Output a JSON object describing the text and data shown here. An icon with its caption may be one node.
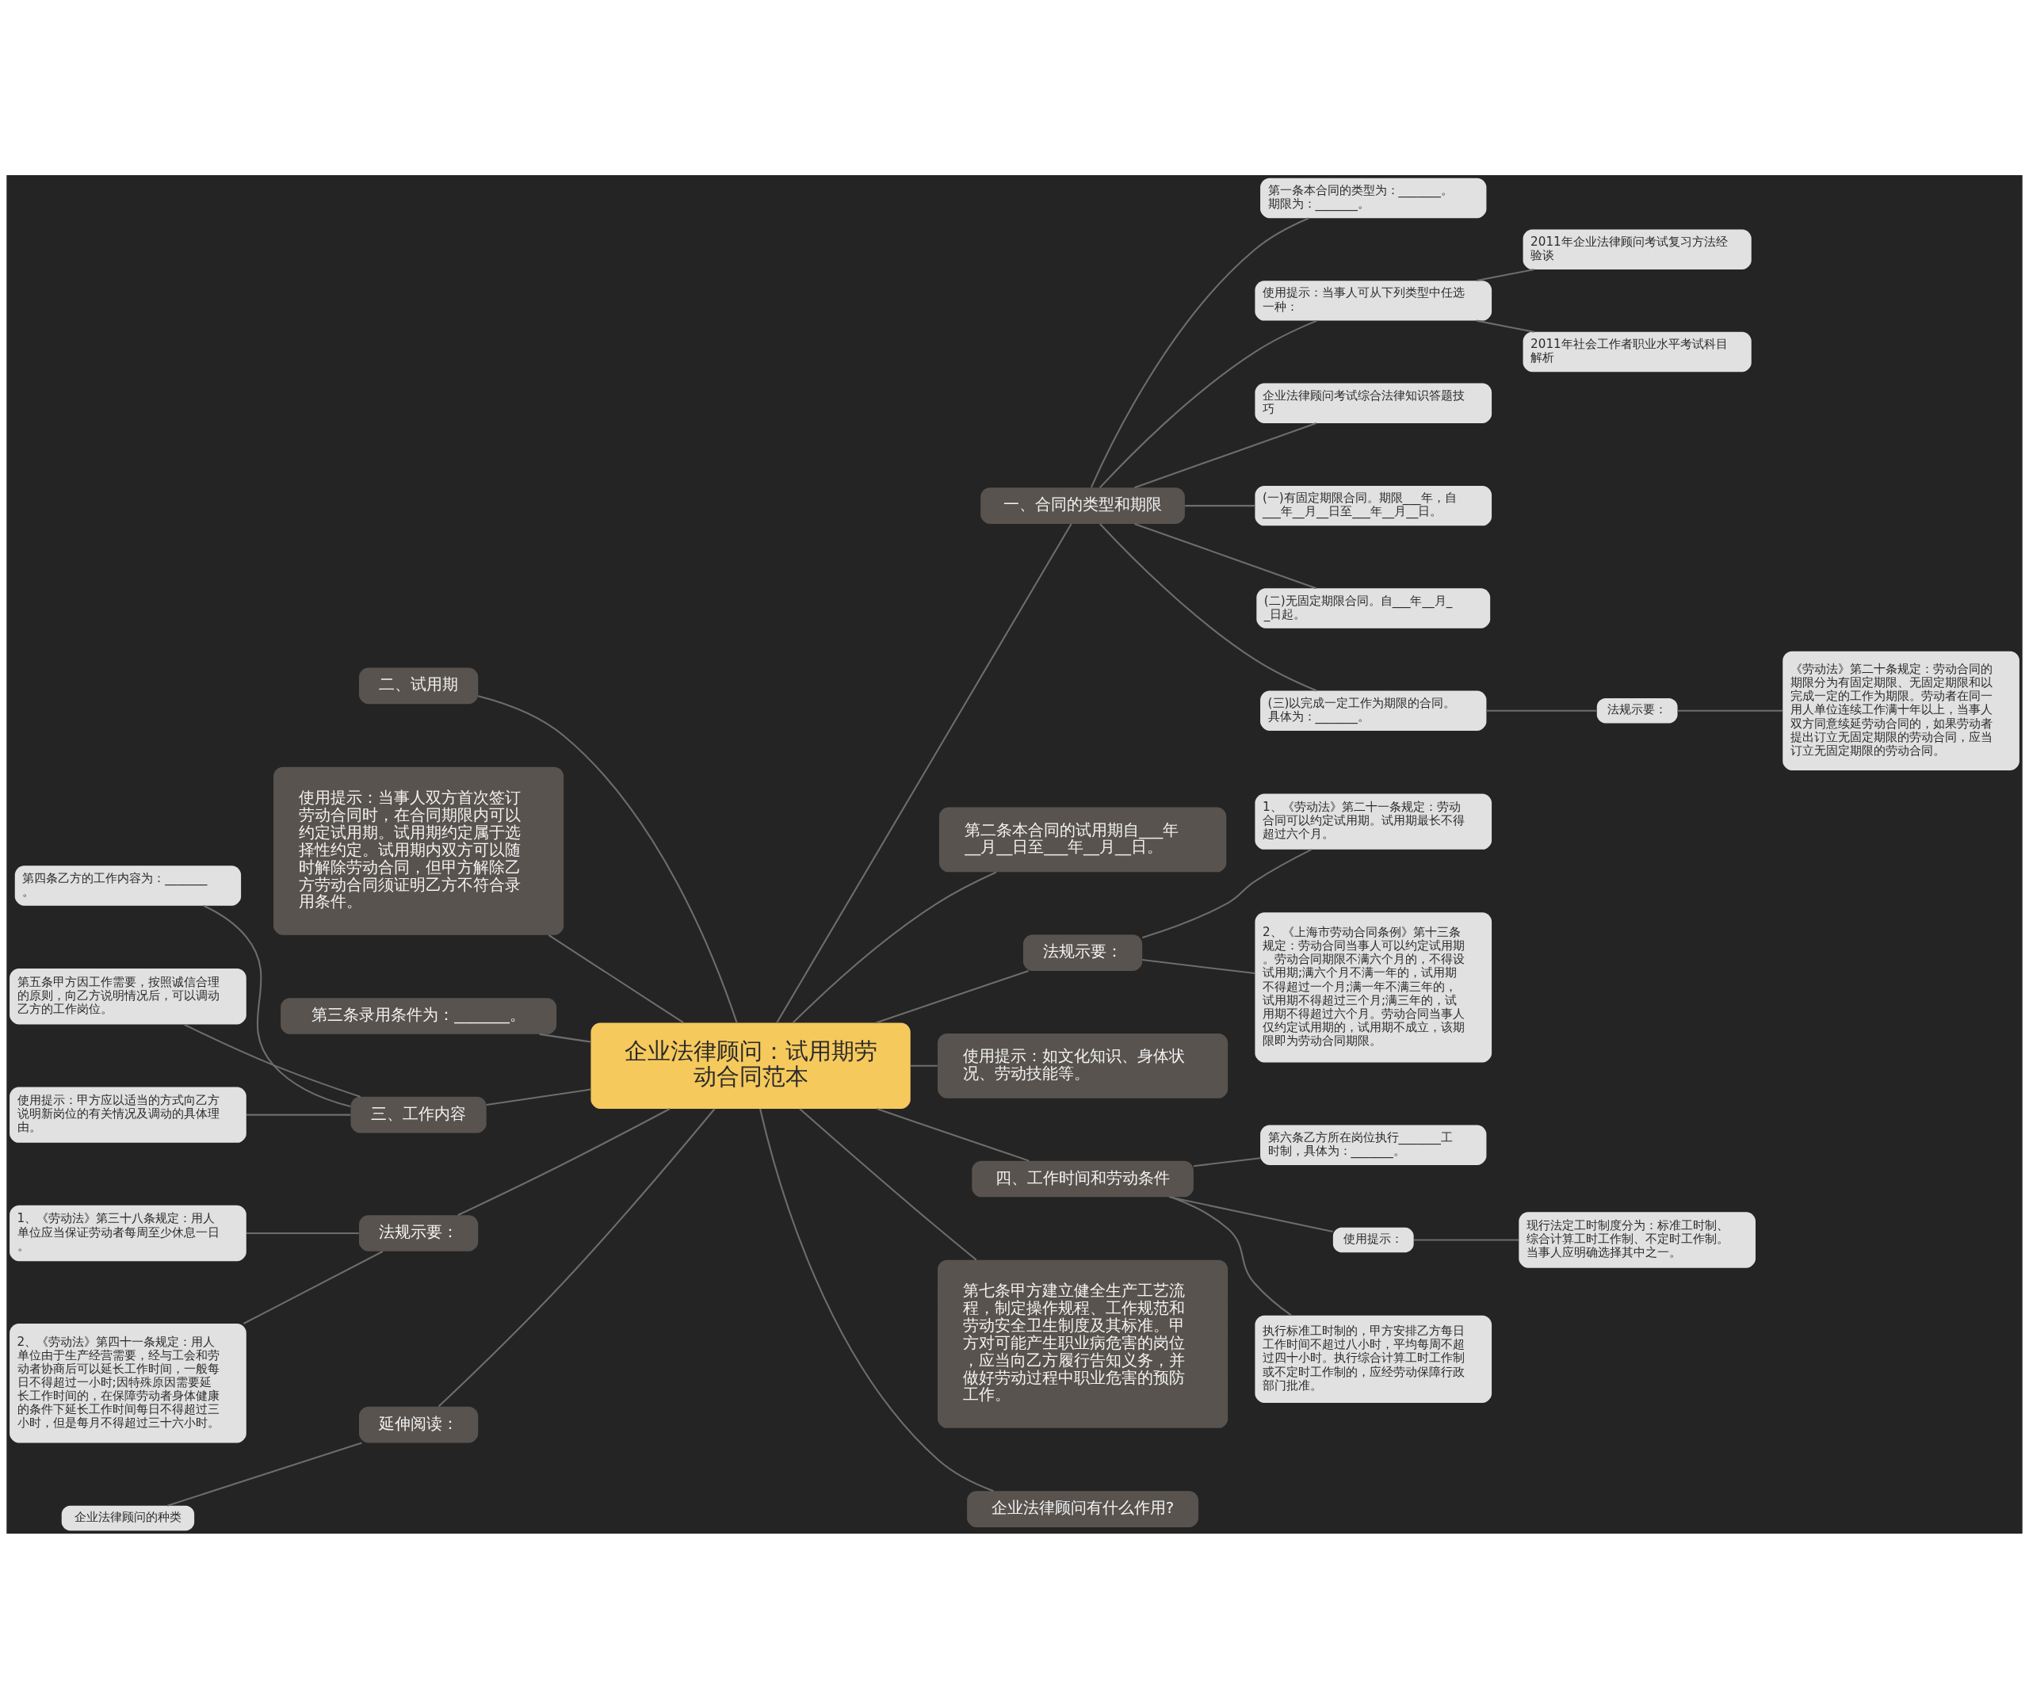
{
  "diagram": {
    "nodes": [
      {
        "text": [
          "企业法律顾问：试用期劳动合同范本"
        ]
      },
      {
        "text": [
          "一、合同的类型和期限"
        ]
      },
      {
        "text": [
          "第一条本合同的类型为：_______。期限为：_______。"
        ]
      },
      {
        "text": [
          "使用提示：当事人可从下列类型中任选一种："
        ]
      },
      {
        "text": [
          "2011年企业法律顾问考试复习方法经验谈"
        ]
      },
      {
        "text": [
          "2011年社会工作者职业水平考试科目解析"
        ]
      },
      {
        "text": [
          "企业法律顾问考试综合法律知识答题技巧"
        ]
      },
      {
        "text": [
          "(一)有固定期限合同。期限___年，自___年__月__日至___年__月__日。"
        ]
      },
      {
        "text": [
          "(二)无固定期限合同。自___年__月__日起。"
        ]
      },
      {
        "text": [
          "(三)以完成一定工作为期限的合同。具体为：_______。"
        ]
      },
      {
        "text": [
          "法规示要："
        ]
      },
      {
        "text": [
          "《劳动法》第二十条规定：劳动合同的期限分为有固定期限、无固定期限和以完成一定的工作为期限。劳动者在同一用人单位连续工作满十年以上，当事人双方同意续延劳动合同的，如果劳动者提出订立无固定期限的劳动合同，应当订立无固定期限的劳动合同。"
        ]
      },
      {
        "text": [
          "第二条本合同的试用期自___年__月__日至___年__月__日。"
        ]
      },
      {
        "text": [
          "法规示要："
        ]
      },
      {
        "text": [
          "1、《劳动法》第二十一条规定：劳动合同可以约定试用期。试用期最长不得超过六个月。"
        ]
      },
      {
        "text": [
          "2、《上海市劳动合同条例》第十三条规定：劳动合同当事人可以约定试用期。劳动合同期限不满六个月的，不得设试用期;满六个月不满一年的，试用期不得超过一个月;满一年不满三年的，试用期不得超过三个月;满三年的，试用期不得超过六个月。劳动合同当事人仅约定试用期的，试用期不成立，该期限即为劳动合同期限。"
        ]
      },
      {
        "text": [
          "使用提示：如文化知识、身体状况、劳动技能等。"
        ]
      },
      {
        "text": [
          "四、工作时间和劳动条件"
        ]
      },
      {
        "text": [
          "第六条乙方所在岗位执行_______工时制，具体为：_______。"
        ]
      },
      {
        "text": [
          "使用提示："
        ]
      },
      {
        "text": [
          "现行法定工时制度分为：标准工时制、综合计算工时工作制、不定时工作制。当事人应明确选择其中之一。"
        ]
      },
      {
        "text": [
          "执行标准工时制的，甲方安排乙方每日工作时间不超过八小时，平均每周不超过四十小时。执行综合计算工时工作制或不定时工作制的，应经劳动保障行政部门批准。"
        ]
      },
      {
        "text": [
          "第七条甲方建立健全生产工艺流程，制定操作规程、工作规范和劳动安全卫生制度及其标准。甲方对可能产生职业病危害的岗位，应当向乙方履行告知义务，并做好劳动过程中职业危害的预防工作。"
        ]
      },
      {
        "text": [
          "企业法律顾问有什么作用?"
        ]
      },
      {
        "text": [
          "二、试用期"
        ]
      },
      {
        "text": [
          "使用提示：当事人双方首次签订劳动合同时，在合同期限内可以约定试用期。试用期约定属于选择性约定。试用期内双方可以随时解除劳动合同，但甲方解除乙方劳动合同须证明乙方不符合录用条件。"
        ]
      },
      {
        "text": [
          "第三条录用条件为：_______。"
        ]
      },
      {
        "text": [
          "三、工作内容"
        ]
      },
      {
        "text": [
          "第四条乙方的工作内容为：_______。"
        ]
      },
      {
        "text": [
          "第五条甲方因工作需要，按照诚信合理的原则，向乙方说明情况后，可以调动乙方的工作岗位。"
        ]
      },
      {
        "text": [
          "使用提示：甲方应以适当的方式向乙方说明新岗位的有关情况及调动的具体理由。"
        ]
      },
      {
        "text": [
          "法规示要："
        ]
      },
      {
        "text": [
          "1、《劳动法》第三十八条规定：用人单位应当保证劳动者每周至少休息一日。"
        ]
      },
      {
        "text": [
          "2、《劳动法》第四十一条规定：用人单位由于生产经营需要，经与工会和劳动者协商后可以延长工作时间，一般每日不得超过一小时;因特殊原因需要延长工作时间的，在保障劳动者身体健康的条件下延长工作时间每日不得超过三小时，但是每月不得超过三十六小时。"
        ]
      },
      {
        "text": [
          "延伸阅读："
        ]
      },
      {
        "text": [
          "企业法律顾问的种类"
        ]
      }
    ],
    "edges": [
      {
        "from": 0,
        "to": 1,
        "arrow": "none"
      },
      {
        "from": 1,
        "to": 2,
        "arrow": "none"
      },
      {
        "from": 1,
        "to": 3,
        "arrow": "none"
      },
      {
        "from": 3,
        "to": 4,
        "arrow": "none"
      },
      {
        "from": 3,
        "to": 5,
        "arrow": "none"
      },
      {
        "from": 1,
        "to": 6,
        "arrow": "none"
      },
      {
        "from": 1,
        "to": 7,
        "arrow": "none"
      },
      {
        "from": 1,
        "to": 8,
        "arrow": "none"
      },
      {
        "from": 1,
        "to": 9,
        "arrow": "none"
      },
      {
        "from": 9,
        "to": 10,
        "arrow": "none"
      },
      {
        "from": 10,
        "to": 11,
        "arrow": "none"
      },
      {
        "from": 0,
        "to": 12,
        "arrow": "none"
      },
      {
        "from": 0,
        "to": 13,
        "arrow": "none"
      },
      {
        "from": 13,
        "to": 14,
        "arrow": "none"
      },
      {
        "from": 13,
        "to": 15,
        "arrow": "none"
      },
      {
        "from": 0,
        "to": 16,
        "arrow": "none"
      },
      {
        "from": 0,
        "to": 17,
        "arrow": "none"
      },
      {
        "from": 17,
        "to": 18,
        "arrow": "none"
      },
      {
        "from": 17,
        "to": 19,
        "arrow": "none"
      },
      {
        "from": 19,
        "to": 20,
        "arrow": "none"
      },
      {
        "from": 17,
        "to": 21,
        "arrow": "none"
      },
      {
        "from": 0,
        "to": 22,
        "arrow": "none"
      },
      {
        "from": 0,
        "to": 23,
        "arrow": "none"
      },
      {
        "from": 0,
        "to": 24,
        "arrow": "none"
      },
      {
        "from": 0,
        "to": 25,
        "arrow": "none"
      },
      {
        "from": 0,
        "to": 26,
        "arrow": "none"
      },
      {
        "from": 0,
        "to": 27,
        "arrow": "none"
      },
      {
        "from": 27,
        "to": 28,
        "arrow": "none"
      },
      {
        "from": 27,
        "to": 29,
        "arrow": "none"
      },
      {
        "from": 27,
        "to": 30,
        "arrow": "none"
      },
      {
        "from": 0,
        "to": 31,
        "arrow": "none"
      },
      {
        "from": 31,
        "to": 32,
        "arrow": "none"
      },
      {
        "from": 31,
        "to": 33,
        "arrow": "none"
      },
      {
        "from": 0,
        "to": 34,
        "arrow": "none"
      },
      {
        "from": 34,
        "to": 35,
        "arrow": "none"
      }
    ]
  }
}
